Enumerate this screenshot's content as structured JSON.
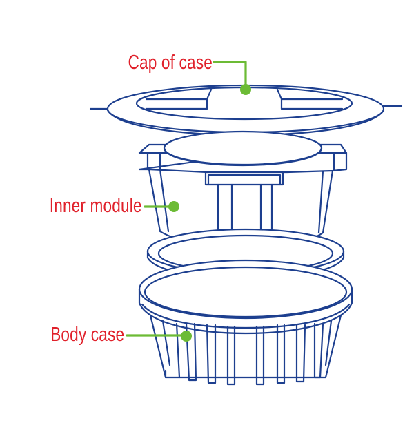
{
  "labels": {
    "cap": "Cap of case",
    "inner": "Inner module",
    "body": "Body case"
  },
  "colors": {
    "line": "#1d3f8f",
    "label_text": "#e0202a",
    "leader": "#6cbb35"
  }
}
